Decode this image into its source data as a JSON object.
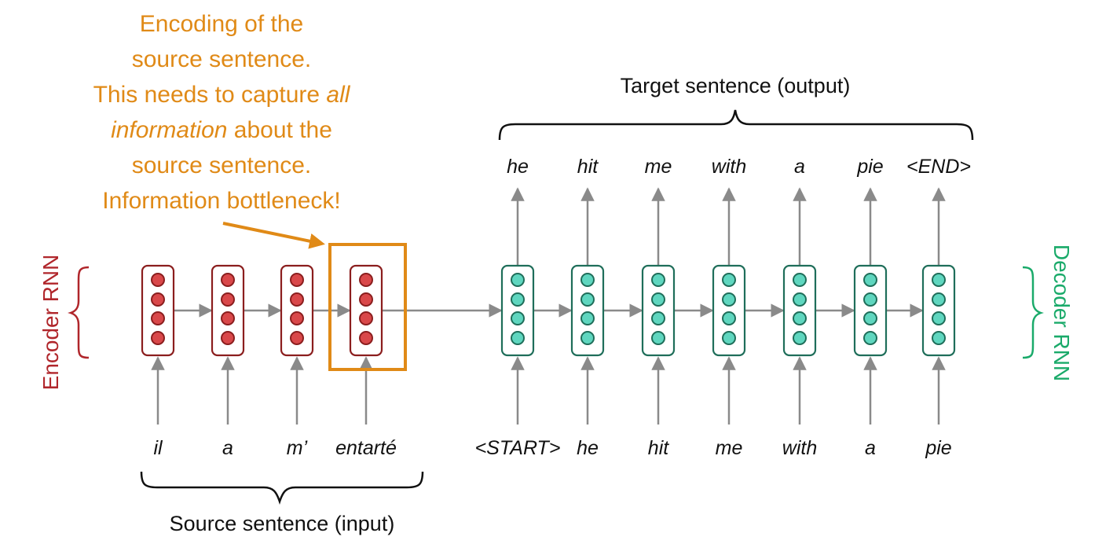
{
  "annotation": {
    "lines": [
      [
        {
          "text": "Encoding of the",
          "italic": false
        }
      ],
      [
        {
          "text": "source sentence.",
          "italic": false
        }
      ],
      [
        {
          "text": "This needs to capture ",
          "italic": false
        },
        {
          "text": "all",
          "italic": true
        }
      ],
      [
        {
          "text": "information",
          "italic": true
        },
        {
          "text": " about the",
          "italic": false
        }
      ],
      [
        {
          "text": "source sentence.",
          "italic": false
        }
      ],
      [
        {
          "text": "Information bottleneck!",
          "italic": false
        }
      ]
    ],
    "color": "#e08a17"
  },
  "encoder": {
    "label": "Encoder RNN",
    "color": "#b0262b",
    "inputs": [
      "il",
      "a",
      "m’",
      "entarté"
    ],
    "input_caption": "Source sentence (input)",
    "highlighted_step": 4
  },
  "decoder": {
    "label": "Decoder RNN",
    "color": "#1aaa6a",
    "inputs": [
      "<START>",
      "he",
      "hit",
      "me",
      "with",
      "a",
      "pie"
    ],
    "outputs": [
      "he",
      "hit",
      "me",
      "with",
      "a",
      "pie",
      "<END>"
    ],
    "output_caption": "Target sentence (output)"
  },
  "colors": {
    "encoder_cell_border": "#8b1e1e",
    "encoder_node_fill": "#d9484a",
    "decoder_cell_border": "#1f6e5a",
    "decoder_node_fill": "#5fd6bf",
    "arrow": "#8a8a8a",
    "highlight": "#e08a17"
  }
}
